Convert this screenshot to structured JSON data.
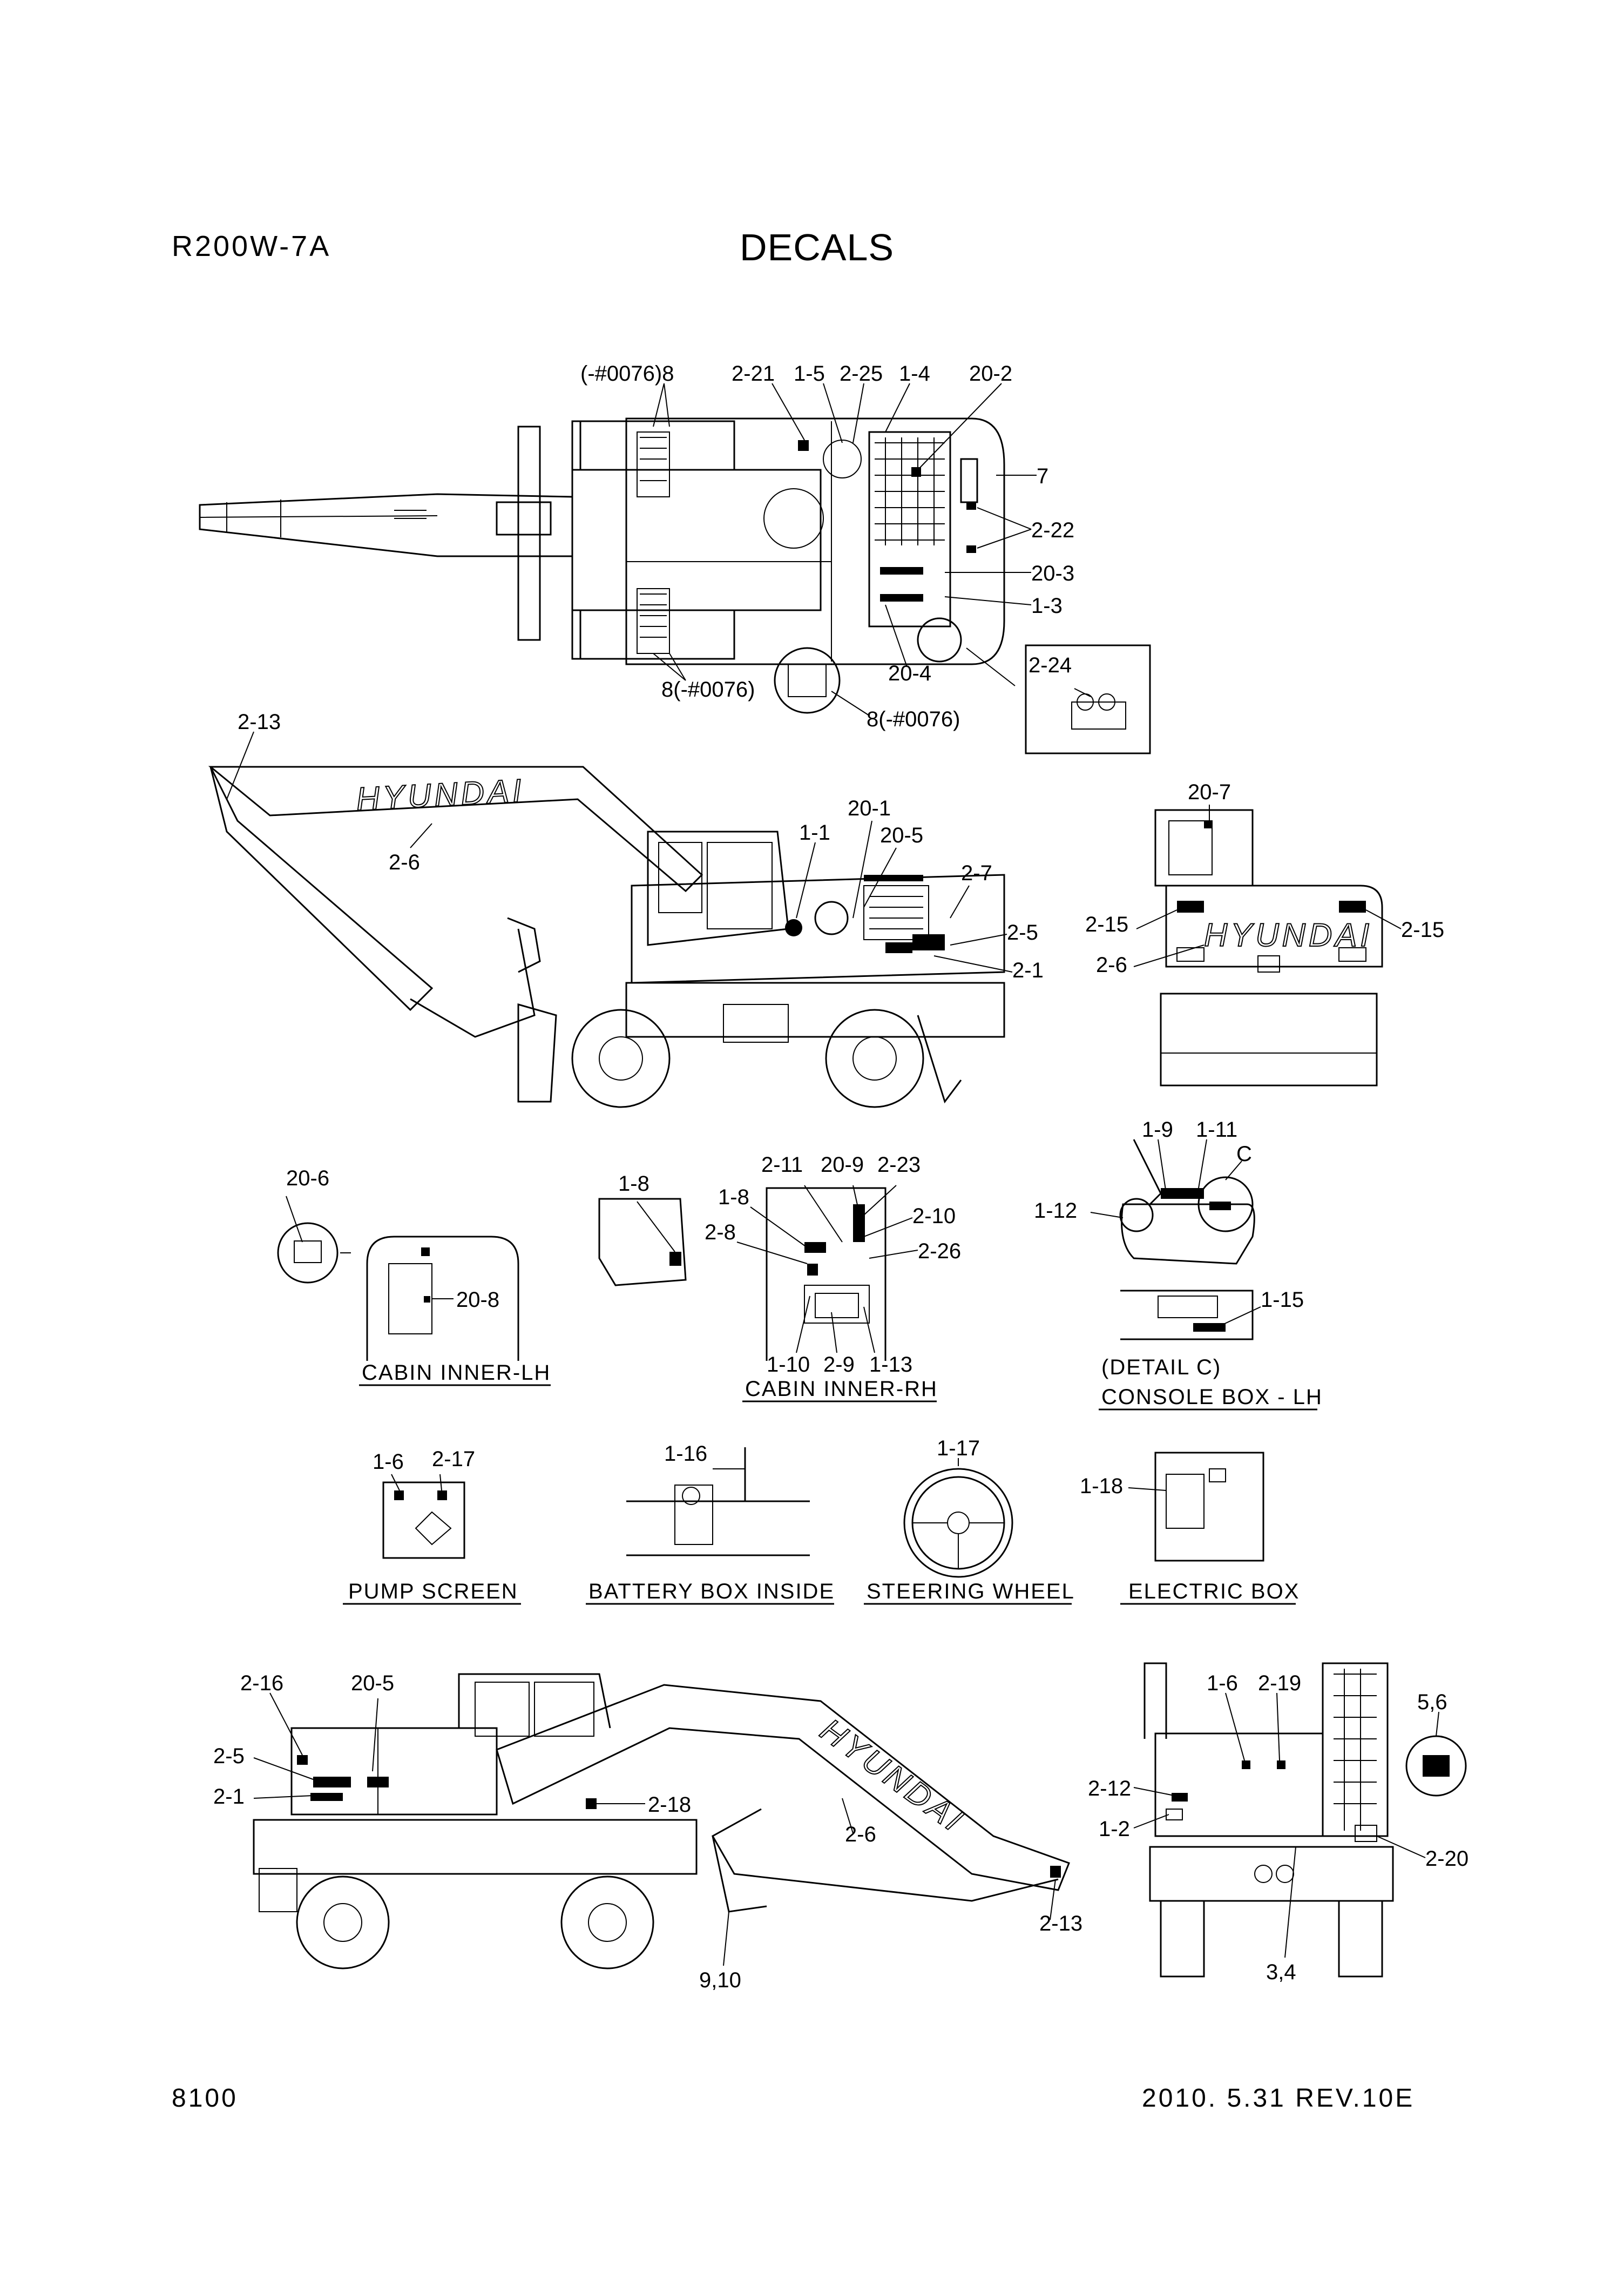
{
  "header": {
    "model": "R200W-7A",
    "title": "DECALS"
  },
  "footer": {
    "page": "8100",
    "date": "2010. 5.31  REV.10E"
  },
  "brand_text": "HYUNDAI",
  "views": {
    "top_view": {
      "labels": [
        "(-#0076)8",
        "2-21",
        "1-5",
        "2-25",
        "1-4",
        "20-2",
        "7",
        "2-22",
        "20-3",
        "1-3",
        "20-4",
        "8(-#0076)",
        "8(-#0076)",
        "2-24"
      ]
    },
    "side_left": {
      "labels": [
        "2-13",
        "2-6",
        "20-1",
        "1-1",
        "20-5",
        "2-7",
        "2-5",
        "2-1"
      ]
    },
    "rear": {
      "labels": [
        "20-7",
        "2-15",
        "2-15",
        "2-6"
      ]
    },
    "cabin_inner_lh": {
      "caption": "CABIN INNER-LH",
      "labels": [
        "20-6",
        "20-8"
      ]
    },
    "cabin_inner_rh": {
      "caption": "CABIN INNER-RH",
      "labels": [
        "1-8",
        "2-11",
        "20-9",
        "2-23",
        "1-8",
        "2-10",
        "2-8",
        "2-26",
        "1-10",
        "2-9",
        "1-13"
      ]
    },
    "console_box_lh": {
      "caption": "CONSOLE BOX - LH",
      "detail": "(DETAIL C)",
      "labels": [
        "1-9",
        "1-11",
        "C",
        "1-12",
        "1-15"
      ]
    },
    "pump_screen": {
      "caption": "PUMP SCREEN",
      "labels": [
        "1-6",
        "2-17"
      ]
    },
    "battery_box": {
      "caption": "BATTERY BOX INSIDE",
      "labels": [
        "1-16"
      ]
    },
    "steering_wheel": {
      "caption": "STEERING WHEEL",
      "labels": [
        "1-17"
      ]
    },
    "electric_box": {
      "caption": "ELECTRIC BOX",
      "labels": [
        "1-18"
      ]
    },
    "side_right": {
      "labels": [
        "2-16",
        "20-5",
        "2-5",
        "2-1",
        "2-18",
        "2-6",
        "2-13",
        "9,10"
      ]
    },
    "front": {
      "labels": [
        "1-6",
        "2-19",
        "5,6",
        "2-12",
        "1-2",
        "2-20",
        "3,4"
      ]
    }
  }
}
